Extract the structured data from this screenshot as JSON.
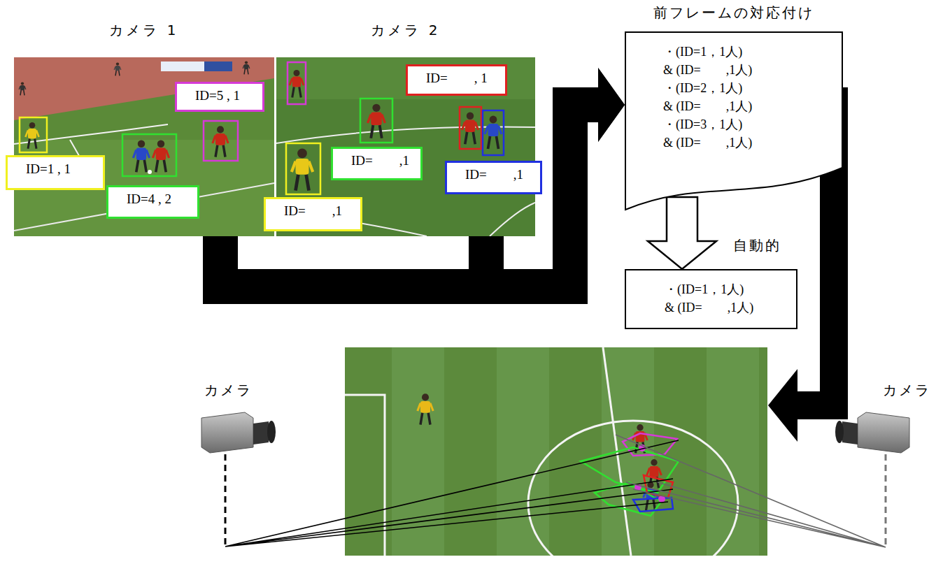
{
  "diagram": {
    "nodes": [
      {
        "text": [
          "カメラ 1"
        ]
      },
      {
        "text": [
          "ID=5 , 1"
        ],
        "in": 0
      },
      {
        "text": [
          "ID=1 , 1"
        ],
        "in": 0
      },
      {
        "text": [
          "ID=4 , 2"
        ],
        "in": 0
      },
      {
        "text": [
          "カメラ 2"
        ]
      },
      {
        "text": [
          "ID=　　, 1"
        ],
        "in": 4
      },
      {
        "text": [
          "ID=　　,1"
        ],
        "in": 4
      },
      {
        "text": [
          "ID=　　,1"
        ],
        "in": 4
      },
      {
        "text": [
          "ID=　　,1"
        ],
        "in": 4
      },
      {
        "text": [
          "前フレームの対応付け",
          "・(ID=1，1人)",
          "& (ID=　　,1人)",
          "・(ID=2，1人)",
          "& (ID=　　,1人)",
          "・(ID=3，1人)",
          "& (ID=　　,1人)"
        ]
      },
      {
        "text": [
          "・(ID=1，1人)",
          "& (ID=　　,1人)"
        ]
      }
    ],
    "edges": [
      {
        "from": 0,
        "to": 9,
        "arrow": "to"
      },
      {
        "from": 4,
        "to": 9,
        "arrow": "to"
      },
      {
        "from": 9,
        "to": 10,
        "arrow": "to"
      }
    ],
    "labels": [
      "自動的",
      "カメラ",
      "カメラ"
    ]
  }
}
